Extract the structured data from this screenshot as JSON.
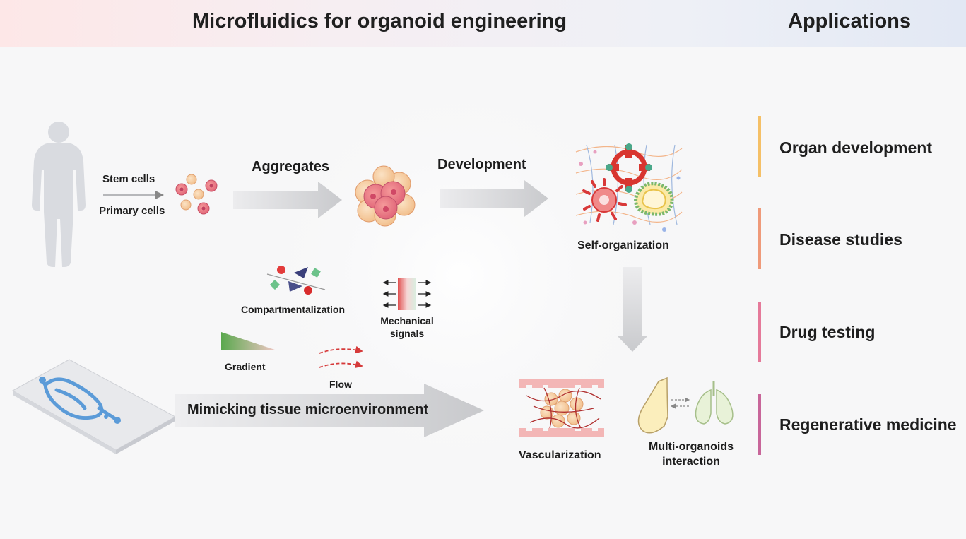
{
  "header": {
    "title": "Microfluidics for organoid engineering",
    "applications_title": "Applications"
  },
  "diagram": {
    "stem_cells": "Stem cells",
    "primary_cells": "Primary cells",
    "aggregates": "Aggregates",
    "development": "Development",
    "self_organization": "Self-organization",
    "compartmentalization": "Compartmentalization",
    "mechanical_signals_line1": "Mechanical",
    "mechanical_signals_line2": "signals",
    "gradient": "Gradient",
    "flow": "Flow",
    "mimicking": "Mimicking tissue microenvironment",
    "vascularization": "Vascularization",
    "multi_organoids_line1": "Multi-organoids",
    "multi_organoids_line2": "interaction"
  },
  "applications": [
    {
      "label": "Organ development",
      "color": "#f5c067"
    },
    {
      "label": "Disease studies",
      "color": "#ef9a7a"
    },
    {
      "label": "Drug testing",
      "color": "#e57a9a"
    },
    {
      "label": "Regenerative medicine",
      "color": "#c8669a"
    }
  ]
}
